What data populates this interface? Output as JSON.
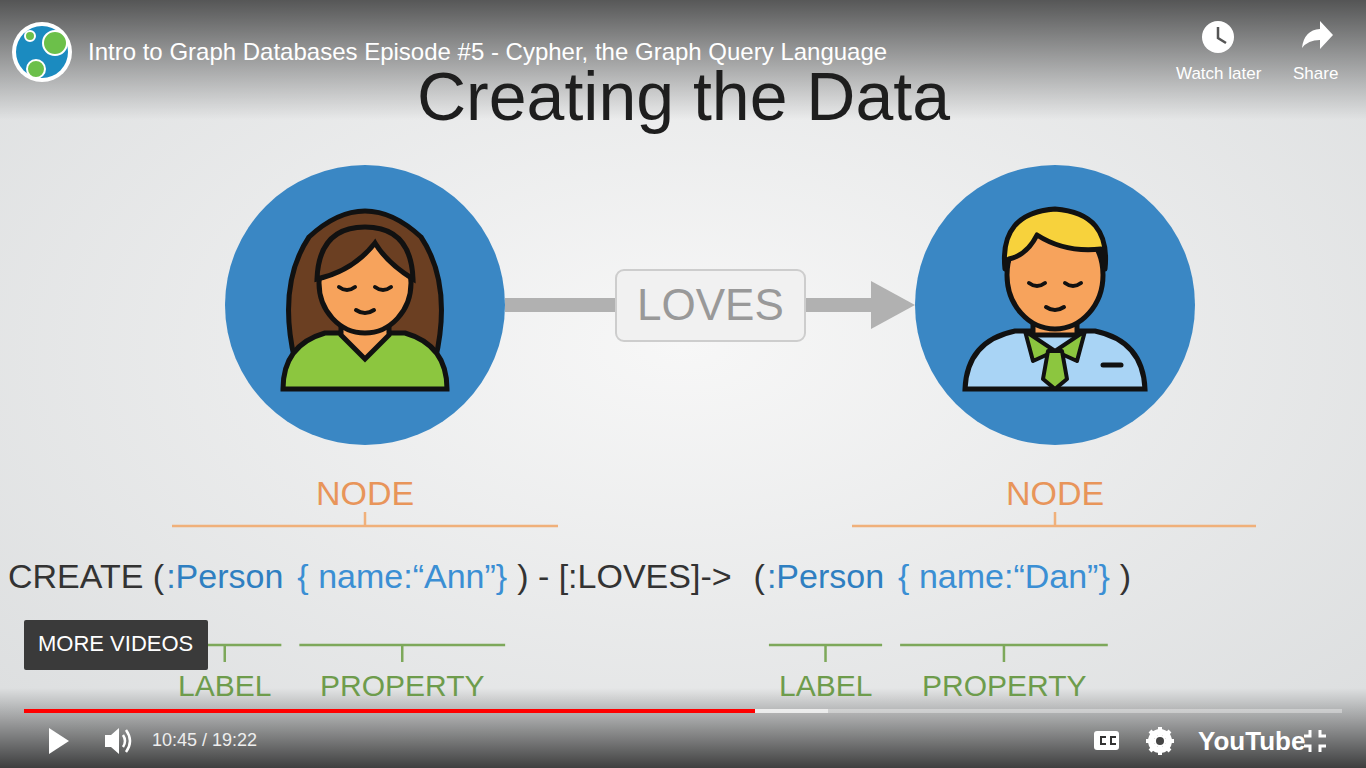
{
  "diagram": {
    "title": "Creating the Data",
    "nodes": [
      {
        "text": [
          "NODE"
        ]
      },
      {
        "text": [
          "NODE"
        ]
      }
    ],
    "edges": [
      {
        "from": 0,
        "to": 1,
        "label": "LOVES",
        "arrow": "to"
      }
    ],
    "labels": [
      "Intro to Graph Databases Episode #5 - Cypher, the Graph Query Language",
      "Watch later",
      "Share",
      "CREATE (",
      ":Person",
      "{ name:“Ann”}",
      ") - [:LOVES]->",
      "(",
      ":Person",
      "{ name:“Dan”}",
      ")",
      "LABEL",
      "PROPERTY",
      "LABEL",
      "PROPERTY",
      "MORE VIDEOS",
      "10:45 / 19:22",
      "YouTube"
    ]
  }
}
